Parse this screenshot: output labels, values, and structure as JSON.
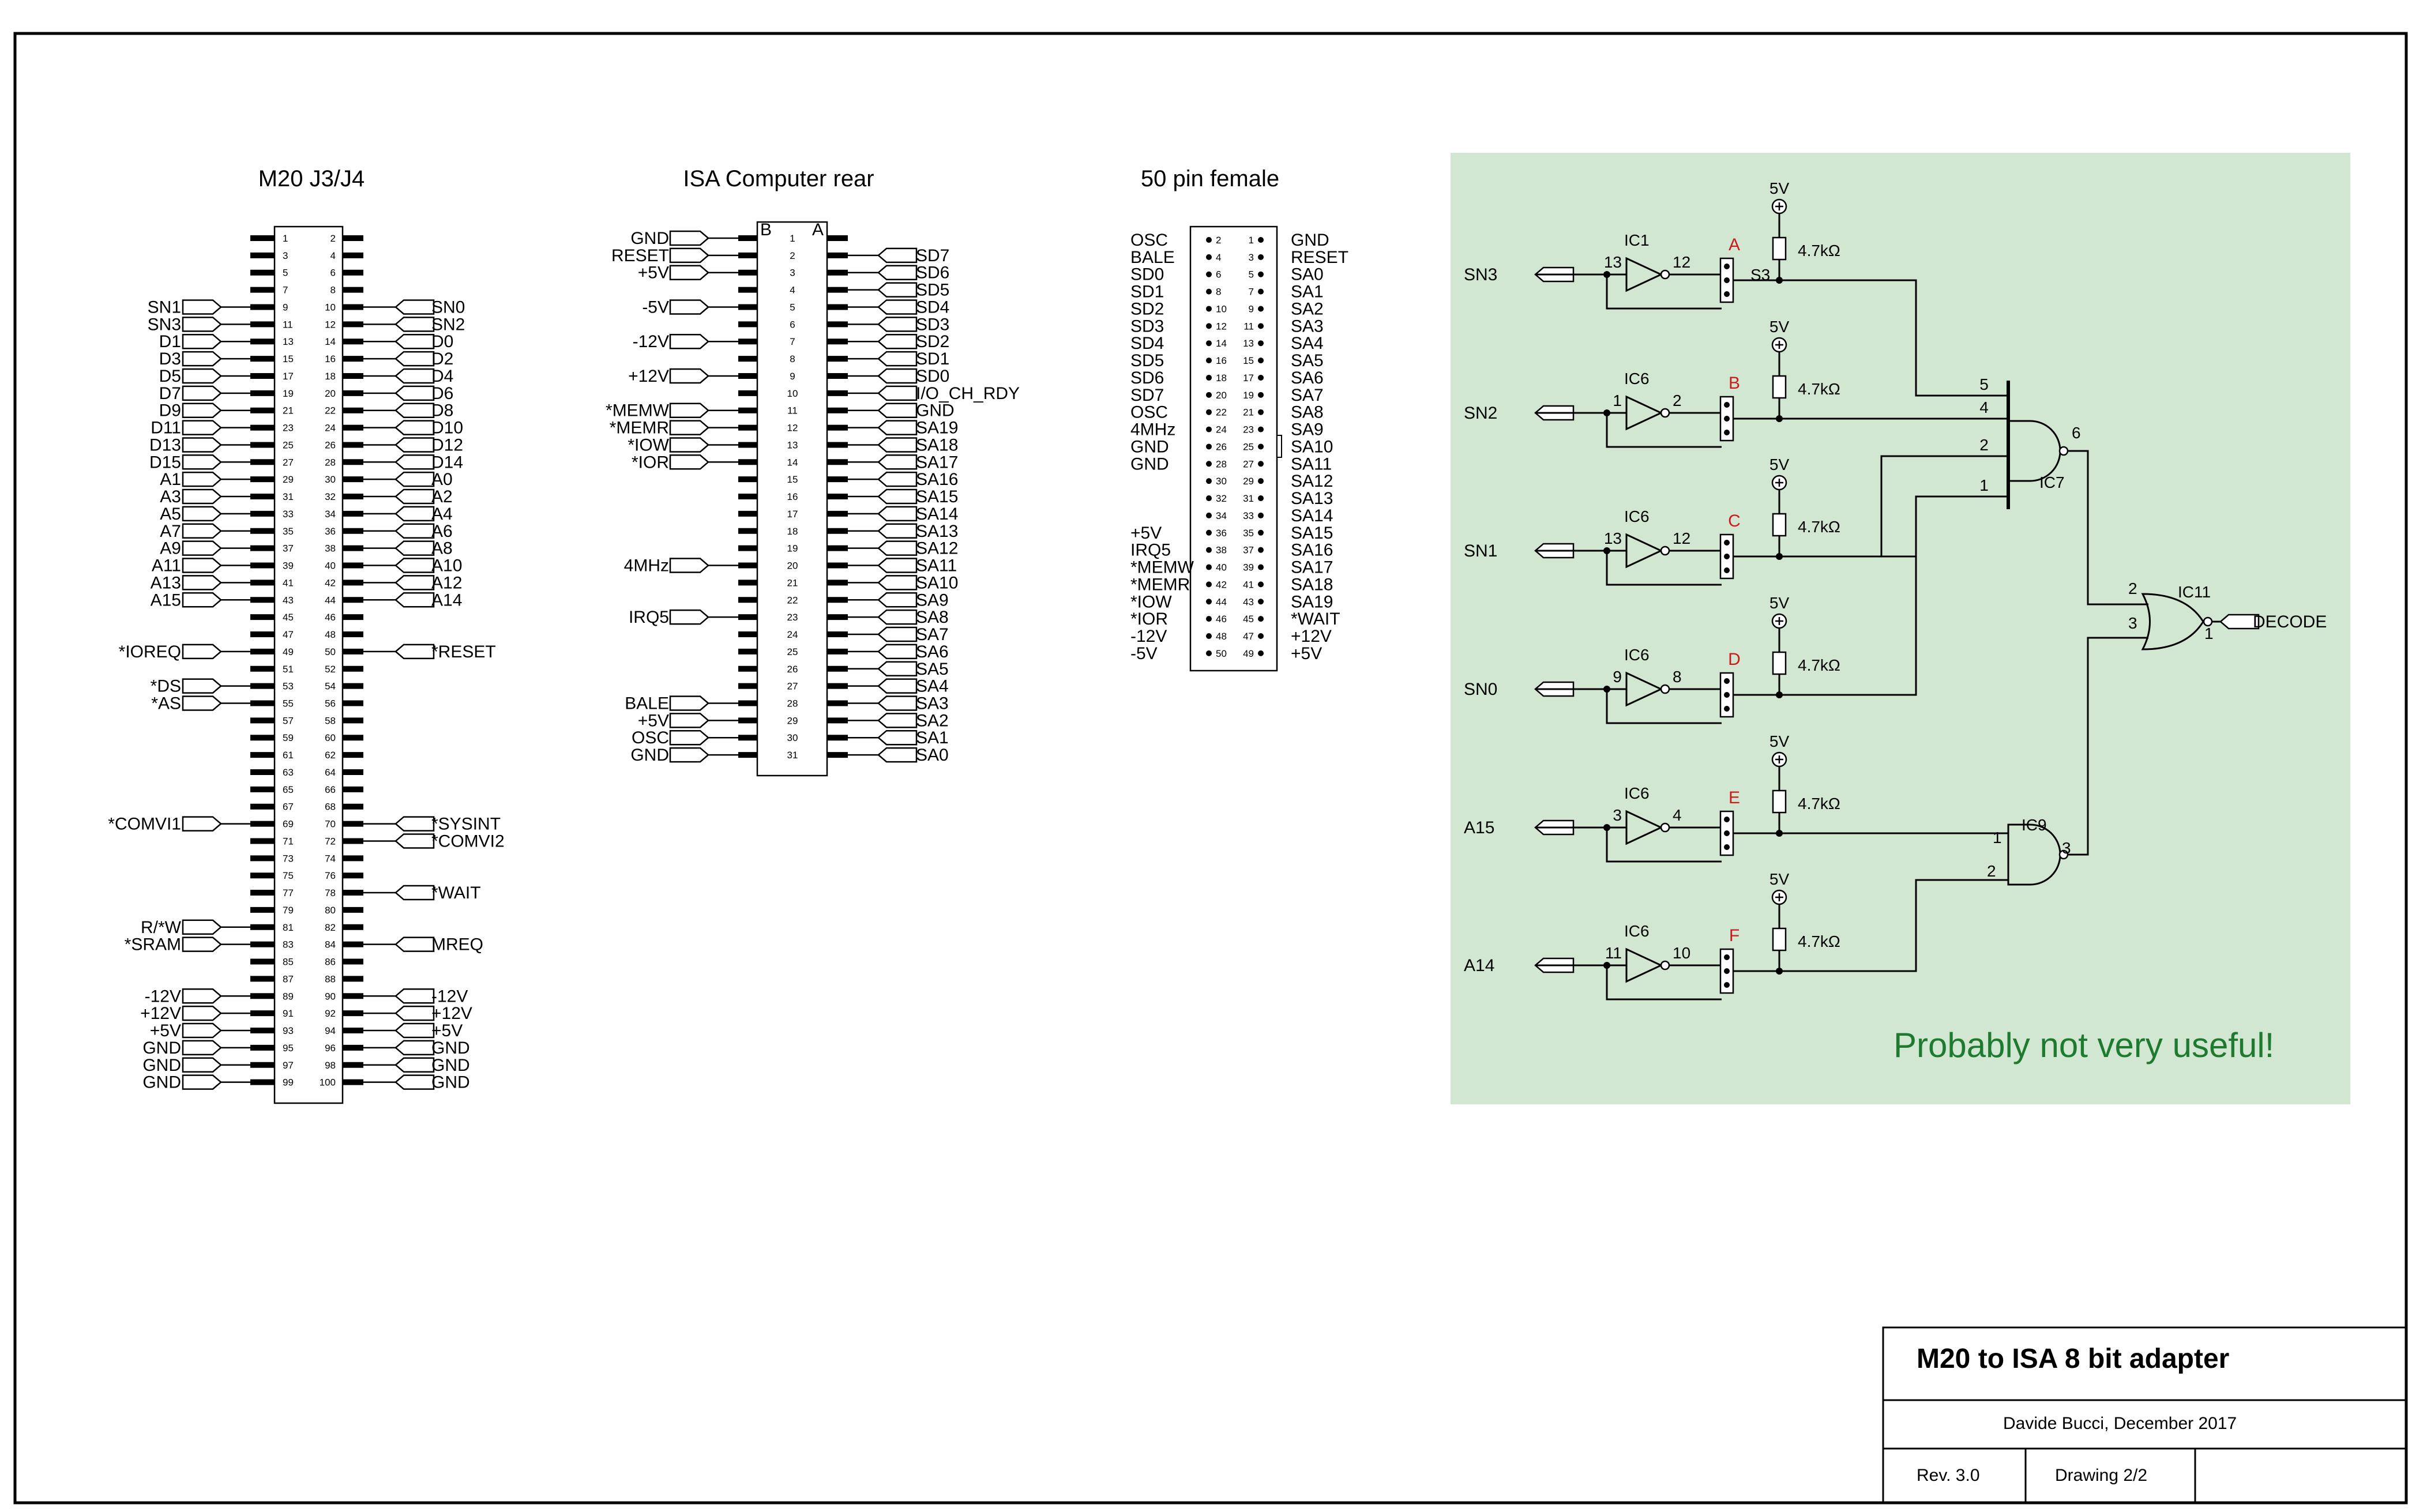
{
  "colors": {
    "panel": "#d1e7d2",
    "note": "#1e7a2e",
    "jumper": "#cc1a1a",
    "ink": "#000000"
  },
  "m20": {
    "title": "M20 J3/J4",
    "left": [
      {
        "pin": 9,
        "name": "SN1"
      },
      {
        "pin": 11,
        "name": "SN3"
      },
      {
        "pin": 13,
        "name": "D1"
      },
      {
        "pin": 15,
        "name": "D3"
      },
      {
        "pin": 17,
        "name": "D5"
      },
      {
        "pin": 19,
        "name": "D7"
      },
      {
        "pin": 21,
        "name": "D9"
      },
      {
        "pin": 23,
        "name": "D11"
      },
      {
        "pin": 25,
        "name": "D13"
      },
      {
        "pin": 27,
        "name": "D15"
      },
      {
        "pin": 29,
        "name": "A1"
      },
      {
        "pin": 31,
        "name": "A3"
      },
      {
        "pin": 33,
        "name": "A5"
      },
      {
        "pin": 35,
        "name": "A7"
      },
      {
        "pin": 37,
        "name": "A9"
      },
      {
        "pin": 39,
        "name": "A11"
      },
      {
        "pin": 41,
        "name": "A13"
      },
      {
        "pin": 43,
        "name": "A15"
      },
      {
        "pin": 49,
        "name": "*IOREQ"
      },
      {
        "pin": 53,
        "name": "*DS"
      },
      {
        "pin": 55,
        "name": "*AS"
      },
      {
        "pin": 69,
        "name": "*COMVI1"
      },
      {
        "pin": 81,
        "name": "R/*W"
      },
      {
        "pin": 83,
        "name": "*SRAM"
      },
      {
        "pin": 89,
        "name": "-12V"
      },
      {
        "pin": 91,
        "name": "+12V"
      },
      {
        "pin": 93,
        "name": "+5V"
      },
      {
        "pin": 95,
        "name": "GND"
      },
      {
        "pin": 97,
        "name": "GND"
      },
      {
        "pin": 99,
        "name": "GND"
      }
    ],
    "right": [
      {
        "pin": 10,
        "name": "SN0"
      },
      {
        "pin": 12,
        "name": "SN2"
      },
      {
        "pin": 14,
        "name": "D0"
      },
      {
        "pin": 16,
        "name": "D2"
      },
      {
        "pin": 18,
        "name": "D4"
      },
      {
        "pin": 20,
        "name": "D6"
      },
      {
        "pin": 22,
        "name": "D8"
      },
      {
        "pin": 24,
        "name": "D10"
      },
      {
        "pin": 26,
        "name": "D12"
      },
      {
        "pin": 28,
        "name": "D14"
      },
      {
        "pin": 30,
        "name": "A0"
      },
      {
        "pin": 32,
        "name": "A2"
      },
      {
        "pin": 34,
        "name": "A4"
      },
      {
        "pin": 36,
        "name": "A6"
      },
      {
        "pin": 38,
        "name": "A8"
      },
      {
        "pin": 40,
        "name": "A10"
      },
      {
        "pin": 42,
        "name": "A12"
      },
      {
        "pin": 44,
        "name": "A14"
      },
      {
        "pin": 50,
        "name": "*RESET"
      },
      {
        "pin": 70,
        "name": "*SYSINT"
      },
      {
        "pin": 72,
        "name": "*COMVI2"
      },
      {
        "pin": 78,
        "name": "*WAIT"
      },
      {
        "pin": 84,
        "name": "MREQ"
      },
      {
        "pin": 90,
        "name": "-12V"
      },
      {
        "pin": 92,
        "name": "+12V"
      },
      {
        "pin": 94,
        "name": "+5V"
      },
      {
        "pin": 96,
        "name": "GND"
      },
      {
        "pin": 98,
        "name": "GND"
      },
      {
        "pin": 100,
        "name": "GND"
      }
    ]
  },
  "isa": {
    "title": "ISA Computer rear",
    "col_b": "B",
    "col_a": "A",
    "b_side": [
      {
        "pin": 1,
        "name": "GND"
      },
      {
        "pin": 2,
        "name": "RESET"
      },
      {
        "pin": 3,
        "name": "+5V"
      },
      {
        "pin": 5,
        "name": "-5V"
      },
      {
        "pin": 7,
        "name": "-12V"
      },
      {
        "pin": 9,
        "name": "+12V"
      },
      {
        "pin": 11,
        "name": "*MEMW"
      },
      {
        "pin": 12,
        "name": "*MEMR"
      },
      {
        "pin": 13,
        "name": "*IOW"
      },
      {
        "pin": 14,
        "name": "*IOR"
      },
      {
        "pin": 20,
        "name": "4MHz"
      },
      {
        "pin": 23,
        "name": "IRQ5"
      },
      {
        "pin": 28,
        "name": "BALE"
      },
      {
        "pin": 29,
        "name": "+5V"
      },
      {
        "pin": 30,
        "name": "OSC"
      },
      {
        "pin": 31,
        "name": "GND"
      }
    ],
    "a_side": [
      "SD7",
      "SD6",
      "SD5",
      "SD4",
      "SD3",
      "SD2",
      "SD1",
      "SD0",
      "I/O_CH_RDY",
      "GND",
      "SA19",
      "SA18",
      "SA17",
      "SA16",
      "SA15",
      "SA14",
      "SA13",
      "SA12",
      "SA11",
      "SA10",
      "SA9",
      "SA8",
      "SA7",
      "SA6",
      "SA5",
      "SA4",
      "SA3",
      "SA2",
      "SA1",
      "SA0"
    ]
  },
  "idc": {
    "title": "50 pin female",
    "left_labels": [
      {
        "row": 1,
        "name": "OSC"
      },
      {
        "row": 2,
        "name": "BALE"
      },
      {
        "row": 3,
        "name": "SD0"
      },
      {
        "row": 4,
        "name": "SD1"
      },
      {
        "row": 5,
        "name": "SD2"
      },
      {
        "row": 6,
        "name": "SD3"
      },
      {
        "row": 7,
        "name": "SD4"
      },
      {
        "row": 8,
        "name": "SD5"
      },
      {
        "row": 9,
        "name": "SD6"
      },
      {
        "row": 10,
        "name": "SD7"
      },
      {
        "row": 11,
        "name": "OSC"
      },
      {
        "row": 12,
        "name": "4MHz"
      },
      {
        "row": 13,
        "name": "GND"
      },
      {
        "row": 14,
        "name": "GND"
      },
      {
        "row": 18,
        "name": "+5V"
      },
      {
        "row": 19,
        "name": "IRQ5"
      },
      {
        "row": 20,
        "name": "*MEMW"
      },
      {
        "row": 21,
        "name": "*MEMR"
      },
      {
        "row": 22,
        "name": "*IOW"
      },
      {
        "row": 23,
        "name": "*IOR"
      },
      {
        "row": 24,
        "name": "-12V"
      },
      {
        "row": 25,
        "name": "-5V"
      }
    ],
    "right_labels": [
      "GND",
      "RESET",
      "SA0",
      "SA1",
      "SA2",
      "SA3",
      "SA4",
      "SA5",
      "SA6",
      "SA7",
      "SA8",
      "SA9",
      "SA10",
      "SA11",
      "SA12",
      "SA13",
      "SA14",
      "SA15",
      "SA16",
      "SA17",
      "SA18",
      "SA19",
      "*WAIT",
      "+12V",
      "+5V"
    ]
  },
  "decoder": {
    "rows": [
      {
        "input": "SN3",
        "ic": "IC1",
        "pin_in": "13",
        "pin_out": "12",
        "jumper": "A",
        "supply": "5V",
        "res": "4.7kΩ",
        "switch": "S3"
      },
      {
        "input": "SN2",
        "ic": "IC6",
        "pin_in": "1",
        "pin_out": "2",
        "jumper": "B",
        "supply": "5V",
        "res": "4.7kΩ"
      },
      {
        "input": "SN1",
        "ic": "IC6",
        "pin_in": "13",
        "pin_out": "12",
        "jumper": "C",
        "supply": "5V",
        "res": "4.7kΩ"
      },
      {
        "input": "SN0",
        "ic": "IC6",
        "pin_in": "9",
        "pin_out": "8",
        "jumper": "D",
        "supply": "5V",
        "res": "4.7kΩ"
      },
      {
        "input": "A15",
        "ic": "IC6",
        "pin_in": "3",
        "pin_out": "4",
        "jumper": "E",
        "supply": "5V",
        "res": "4.7kΩ"
      },
      {
        "input": "A14",
        "ic": "IC6",
        "pin_in": "11",
        "pin_out": "10",
        "jumper": "F",
        "supply": "5V",
        "res": "4.7kΩ"
      }
    ],
    "ic7": {
      "name": "IC7",
      "pins": [
        "5",
        "4",
        "2",
        "1"
      ],
      "out": "6"
    },
    "ic9": {
      "name": "IC9",
      "in1": "1",
      "in2": "2",
      "out": "3"
    },
    "ic11": {
      "name": "IC11",
      "in1": "2",
      "in2": "3",
      "out": "1"
    },
    "output": "DECODE",
    "note": "Probably not very useful!"
  },
  "title_block": {
    "title": "M20 to ISA 8 bit adapter",
    "author": "Davide Bucci, December 2017",
    "rev": "Rev. 3.0",
    "drawing": "Drawing 2/2"
  }
}
